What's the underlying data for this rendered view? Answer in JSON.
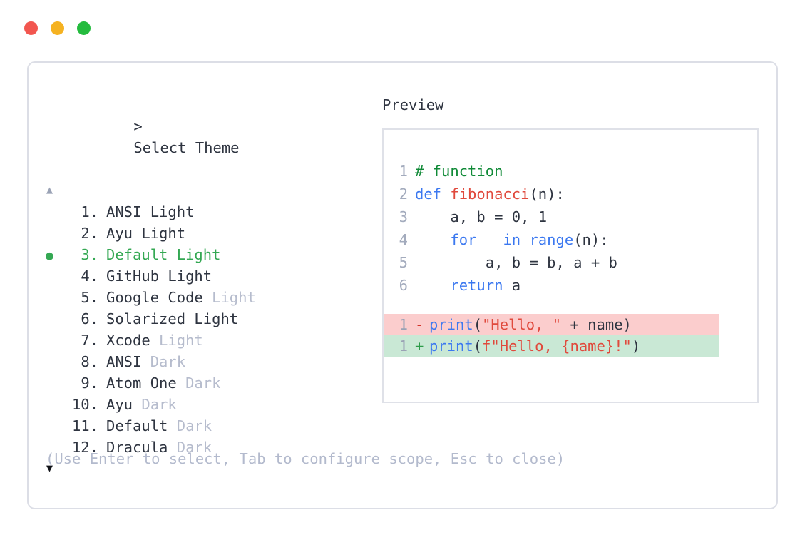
{
  "window": {
    "traffic_lights": [
      {
        "name": "close",
        "color": "#f2564f"
      },
      {
        "name": "minimize",
        "color": "#f5b221"
      },
      {
        "name": "maximize",
        "color": "#24bb3e"
      }
    ]
  },
  "left_pane": {
    "prompt_symbol": ">",
    "title": "Select Theme",
    "scroll_up_glyph": "▲",
    "scroll_down_glyph": "▼",
    "selected_index": 3,
    "selected_bullet": "●",
    "accent_color": "#34a853",
    "dim_color": "#b6bccd",
    "items": [
      {
        "index": "1.",
        "name": "ANSI Light",
        "suffix": "",
        "selected": false
      },
      {
        "index": "2.",
        "name": "Ayu Light",
        "suffix": "",
        "selected": false
      },
      {
        "index": "3.",
        "name": "Default Light",
        "suffix": "",
        "selected": true
      },
      {
        "index": "4.",
        "name": "GitHub Light",
        "suffix": "",
        "selected": false
      },
      {
        "index": "5.",
        "name": "Google Code",
        "suffix": "Light",
        "selected": false
      },
      {
        "index": "6.",
        "name": "Solarized Light",
        "suffix": "",
        "selected": false
      },
      {
        "index": "7.",
        "name": "Xcode",
        "suffix": "Light",
        "selected": false
      },
      {
        "index": "8.",
        "name": "ANSI",
        "suffix": "Dark",
        "selected": false
      },
      {
        "index": "9.",
        "name": "Atom One",
        "suffix": "Dark",
        "selected": false
      },
      {
        "index": "10.",
        "name": "Ayu",
        "suffix": "Dark",
        "selected": false
      },
      {
        "index": "11.",
        "name": "Default",
        "suffix": "Dark",
        "selected": false
      },
      {
        "index": "12.",
        "name": "Dracula",
        "suffix": "Dark",
        "selected": false
      }
    ],
    "hint": "(Use Enter to select, Tab to configure scope, Esc to close)"
  },
  "right_pane": {
    "label": "Preview",
    "code_lines": [
      {
        "number": "1",
        "tokens": [
          {
            "text": "# function",
            "type": "comment"
          }
        ]
      },
      {
        "number": "2",
        "tokens": [
          {
            "text": "def ",
            "type": "kw"
          },
          {
            "text": "fibonacci",
            "type": "fn"
          },
          {
            "text": "(n):",
            "type": "punct"
          }
        ]
      },
      {
        "number": "3",
        "tokens": [
          {
            "text": "    a, b = 0, 1",
            "type": "plain"
          }
        ]
      },
      {
        "number": "4",
        "tokens": [
          {
            "text": "    ",
            "type": "plain"
          },
          {
            "text": "for",
            "type": "kw"
          },
          {
            "text": " _ ",
            "type": "plain"
          },
          {
            "text": "in ",
            "type": "kw"
          },
          {
            "text": "range",
            "type": "kw"
          },
          {
            "text": "(n):",
            "type": "punct"
          }
        ]
      },
      {
        "number": "5",
        "tokens": [
          {
            "text": "        a, b = b, a + b",
            "type": "plain"
          }
        ]
      },
      {
        "number": "6",
        "tokens": [
          {
            "text": "    ",
            "type": "plain"
          },
          {
            "text": "return",
            "type": "kw"
          },
          {
            "text": " a",
            "type": "plain"
          }
        ]
      }
    ],
    "diff_lines": [
      {
        "number": "1",
        "sign": "-",
        "kind": "del",
        "background": "#fbcdcd",
        "tokens": [
          {
            "text": "print",
            "type": "kw"
          },
          {
            "text": "(",
            "type": "punct"
          },
          {
            "text": "\"Hello, \"",
            "type": "str"
          },
          {
            "text": " + name)",
            "type": "plain"
          }
        ]
      },
      {
        "number": "1",
        "sign": "+",
        "kind": "add",
        "background": "#c9e8d5",
        "tokens": [
          {
            "text": "print",
            "type": "kw"
          },
          {
            "text": "(",
            "type": "punct"
          },
          {
            "text": "f\"Hello, {name}!\"",
            "type": "str"
          },
          {
            "text": ")",
            "type": "punct"
          }
        ]
      }
    ]
  }
}
